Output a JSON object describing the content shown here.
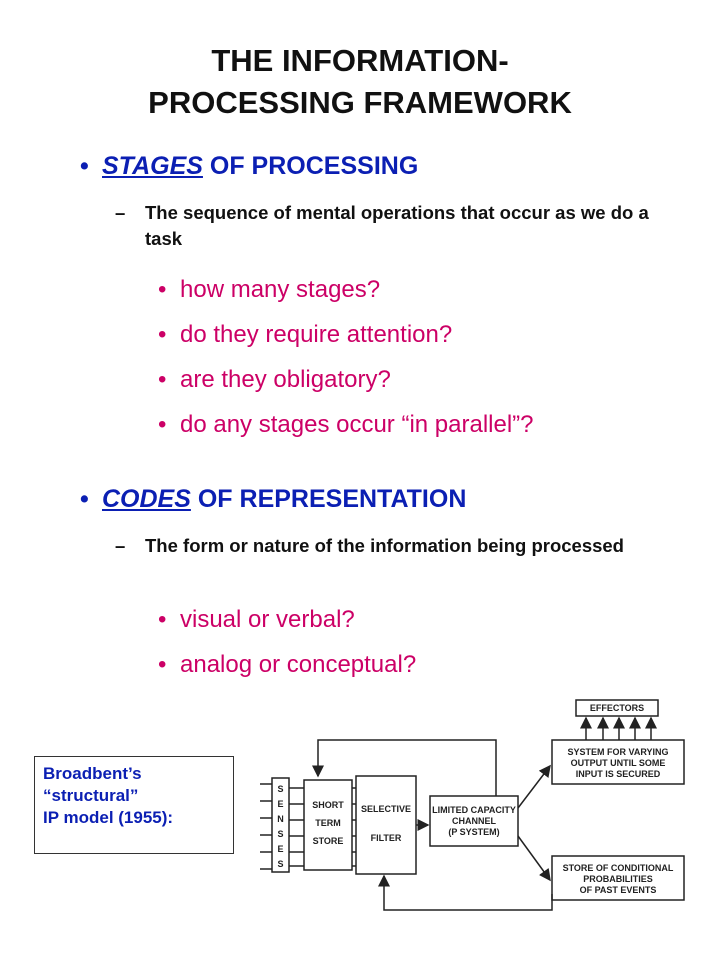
{
  "title": {
    "line1": "THE INFORMATION-",
    "line2": "PROCESSING FRAMEWORK"
  },
  "sections": [
    {
      "bullet": "•",
      "keyword": "STAGES",
      "rest": " OF PROCESSING",
      "dash": "–",
      "description": "The sequence of mental operations that occur as we do a task",
      "questions": [
        "how many stages?",
        "do they require attention?",
        "are they obligatory?",
        "do any stages occur “in parallel”?"
      ]
    },
    {
      "bullet": "•",
      "keyword": "CODES",
      "rest": " OF REPRESENTATION",
      "dash": "–",
      "description": "The form or nature of the information being processed",
      "questions": [
        "visual or verbal?",
        "analog or conceptual?"
      ]
    }
  ],
  "note": {
    "line1": "Broadbent’s",
    "line2": "“structural”",
    "line3": "IP model (1955):"
  },
  "diagram": {
    "senses": [
      "S",
      "E",
      "N",
      "S",
      "E",
      "S"
    ],
    "short_term_store": [
      "SHORT",
      "TERM",
      "STORE"
    ],
    "selective_filter": [
      "SELECTIVE",
      "FILTER"
    ],
    "limited_capacity": [
      "LIMITED CAPACITY",
      "CHANNEL",
      "(P SYSTEM)"
    ],
    "effectors": "EFFECTORS",
    "system_varying": [
      "SYSTEM FOR VARYING",
      "OUTPUT UNTIL SOME",
      "INPUT IS SECURED"
    ],
    "store_conditional": [
      "STORE OF CONDITIONAL",
      "PROBABILITIES",
      "OF PAST EVENTS"
    ]
  },
  "colors": {
    "title": "#111111",
    "bullet_heading": "#0b1fb3",
    "question": "#cc0066",
    "note_text": "#0b1fb3"
  }
}
